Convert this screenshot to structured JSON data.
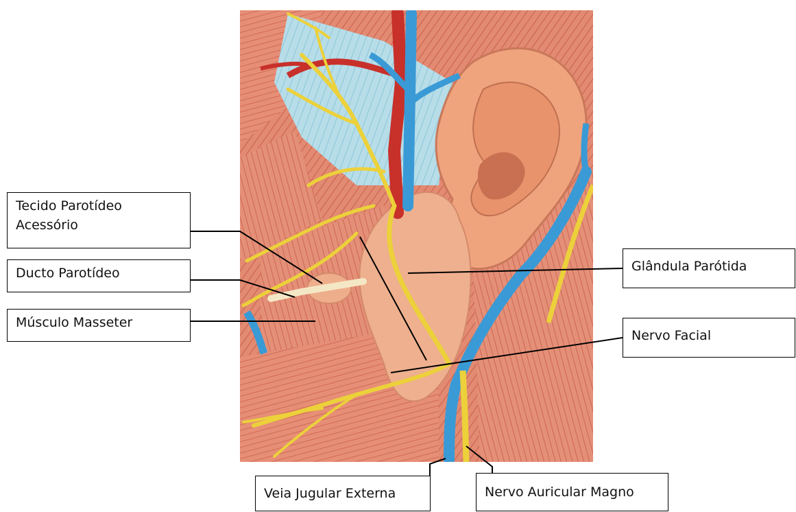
{
  "labels": {
    "accessory_parotid": "Tecido Parotídeo\nAcessório",
    "parotid_duct": "Ducto Parotídeo",
    "masseter": "Músculo Masseter",
    "parotid_gland": "Glândula Parótida",
    "facial_nerve": "Nervo Facial",
    "ext_jugular_vein": "Veia Jugular Externa",
    "great_auricular_nerve": "Nervo Auricular Magno"
  },
  "colors": {
    "muscle": "#e0806a",
    "muscle_dark": "#c95a4a",
    "skin": "#efa27c",
    "vein": "#3a9ad6",
    "artery": "#c8302a",
    "nerve": "#ecd13a",
    "gland": "#eeb08e",
    "fascia": "#a8d6e4"
  }
}
